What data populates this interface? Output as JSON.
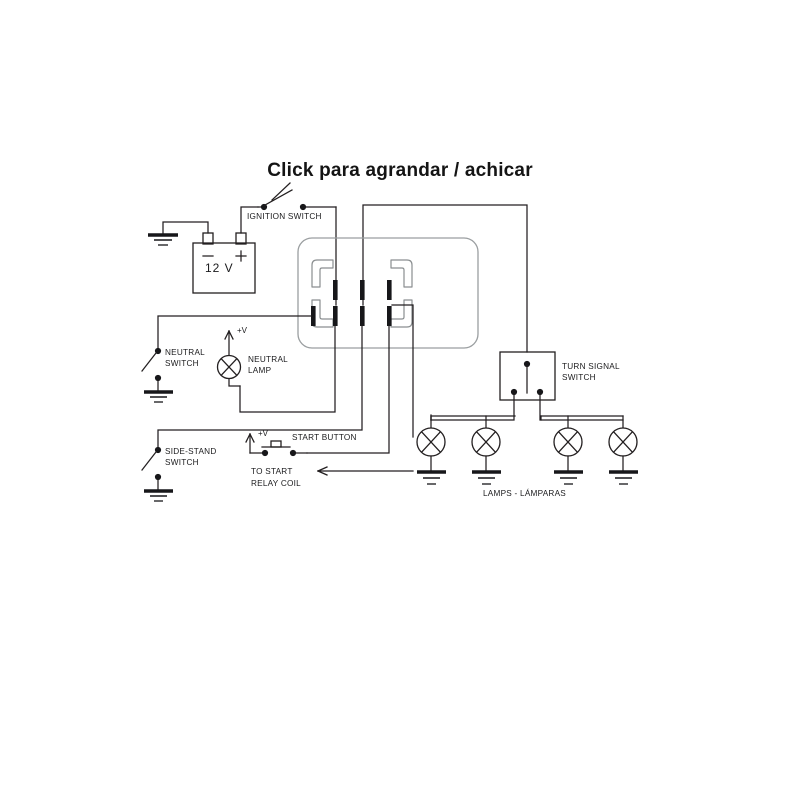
{
  "page": {
    "title": "Click para agrandar / achicar",
    "background_color": "#ffffff",
    "line_color": "#231f20",
    "accent_grey": "#8e9294"
  },
  "diagram": {
    "kind": "motorcycle-starter-and-turn-signal-wiring-diagram",
    "battery": {
      "label": "12  V",
      "negative_symbol": "−",
      "positive_symbol": "+",
      "ground": "chassis-ground"
    },
    "labels": {
      "ignition_switch": "IGNITION SWITCH",
      "neutral_switch_line1": "NEUTRAL",
      "neutral_switch_line2": "SWITCH",
      "neutral_lamp_line1": "NEUTRAL",
      "neutral_lamp_line2": "LAMP",
      "side_stand_switch_line1": "SIDE-STAND",
      "side_stand_switch_line2": "SWITCH",
      "start_button": "START BUTTON",
      "to_start_relay_line1": "TO START",
      "to_start_relay_line2": "RELAY COIL",
      "turn_signal_switch_line1": "TURN SIGNAL",
      "turn_signal_switch_line2": "SWITCH",
      "lamps": "LAMPS  -  LÁMPARAS",
      "plus_v_neutral": "+V",
      "plus_v_start": "+V"
    },
    "connector": {
      "name": "relay-connector-block",
      "top_pin_count": 3,
      "bottom_pin_count": 4,
      "corner_brackets": 4
    },
    "lamps": {
      "count": 4,
      "symbol": "crossed-circle-lamp",
      "each_grounded": true
    }
  }
}
